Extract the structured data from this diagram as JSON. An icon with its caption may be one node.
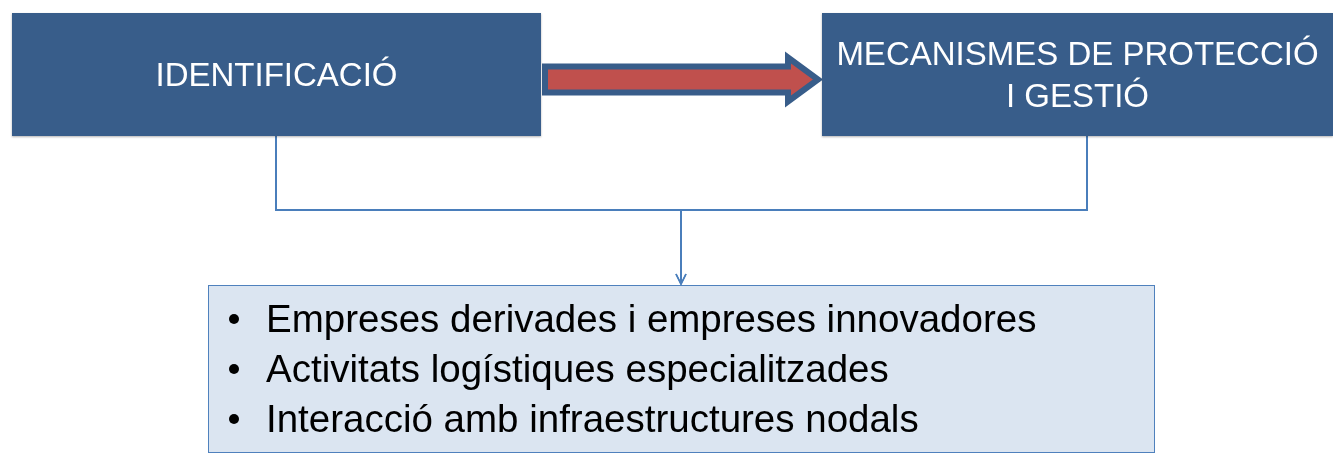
{
  "diagram": {
    "nodes": [
      {
        "text": [
          "IDENTIFICACIÓ"
        ]
      },
      {
        "text": [
          "MECANISMES DE PROTECCIÓ I GESTIÓ"
        ]
      },
      {
        "text": [
          "Empreses derivades i empreses innovadores",
          "Activitats logístiques especialitzades",
          "Interacció amb infraestructures nodals"
        ]
      }
    ],
    "edges": [
      {
        "from": 0,
        "to": 1,
        "arrow": "to",
        "style": "thick",
        "color": "#c0504d"
      },
      {
        "from": 0,
        "to": 2,
        "arrow": "to"
      },
      {
        "from": 1,
        "to": 2,
        "arrow": "to"
      }
    ]
  }
}
